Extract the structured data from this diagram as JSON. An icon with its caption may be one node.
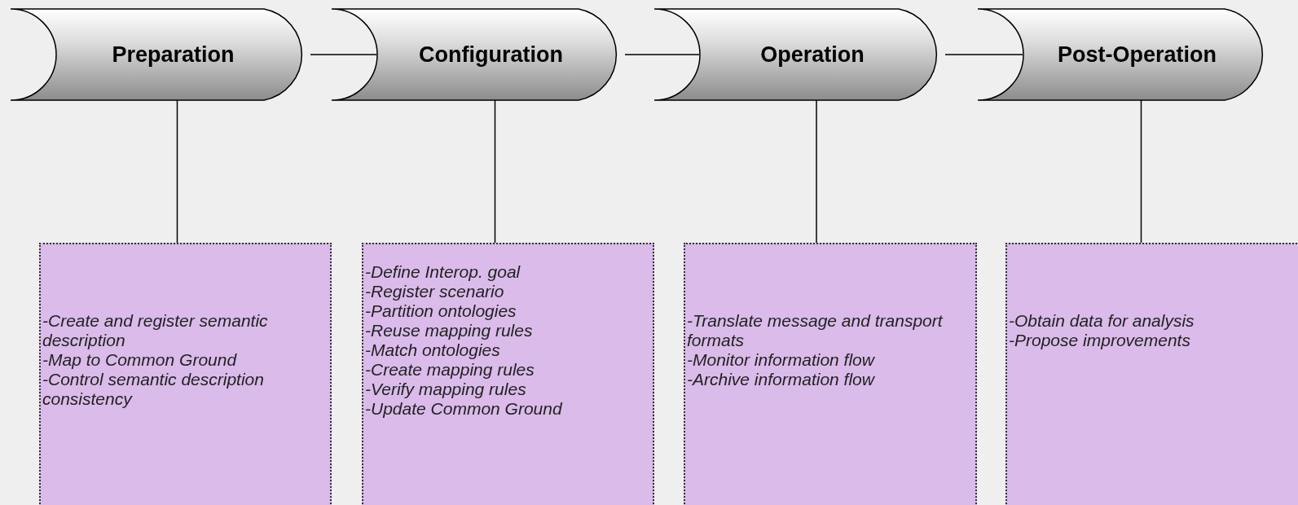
{
  "diagram": {
    "nodes": [
      {
        "text": [
          "Preparation"
        ]
      },
      {
        "text": [
          "Configuration"
        ]
      },
      {
        "text": [
          "Operation"
        ]
      },
      {
        "text": [
          "Post-Operation"
        ]
      },
      {
        "text": [
          "-Create and register semantic description",
          "-Map to Common Ground",
          "-Control semantic description consistency"
        ]
      },
      {
        "text": [
          "-Define Interop. goal",
          "-Register scenario",
          "-Partition ontologies",
          "-Reuse mapping rules",
          "-Match ontologies",
          "-Create mapping rules",
          "-Verify mapping rules",
          "-Update Common Ground"
        ]
      },
      {
        "text": [
          "-Translate message and transport formats",
          "-Monitor information flow",
          "-Archive information flow"
        ]
      },
      {
        "text": [
          "-Obtain data for analysis",
          "-Propose improvements"
        ]
      }
    ],
    "edges": [
      {
        "from": 0,
        "to": 1,
        "arrow": "none"
      },
      {
        "from": 1,
        "to": 2,
        "arrow": "none"
      },
      {
        "from": 2,
        "to": 3,
        "arrow": "none"
      },
      {
        "from": 0,
        "to": 4,
        "arrow": "none"
      },
      {
        "from": 1,
        "to": 5,
        "arrow": "none"
      },
      {
        "from": 2,
        "to": 6,
        "arrow": "none"
      },
      {
        "from": 3,
        "to": 7,
        "arrow": "none"
      }
    ]
  }
}
